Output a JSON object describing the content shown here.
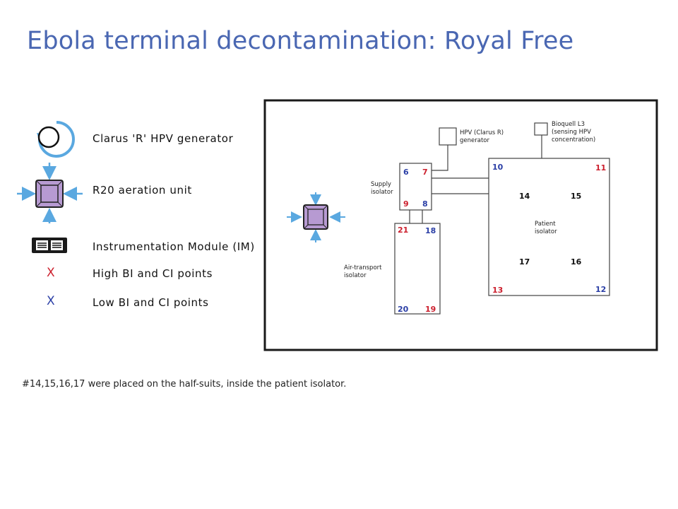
{
  "title": "Ebola terminal decontamination: Royal Free",
  "legend": {
    "hpv_generator": "Clarus 'R' HPV generator",
    "aeration_unit": "R20 aeration unit",
    "instrumentation_module": "Instrumentation Module (IM)",
    "high_mark": "X",
    "high_points": "High BI and CI points",
    "low_mark": "X",
    "low_points": "Low BI and CI points"
  },
  "colors": {
    "title": "#4a67b2",
    "high": "#cc1f2d",
    "low": "#2b3fa6",
    "arrow": "#5aa8e0",
    "aeration_fill": "#b79ad2"
  },
  "diagram": {
    "hpv_generator_label": [
      "HPV (Clarus R)",
      "generator"
    ],
    "bioquell_label": [
      "Bioquell L3",
      "(sensing HPV",
      "concentration)"
    ],
    "supply_isolator_label": [
      "Supply",
      "isolator"
    ],
    "patient_isolator_label": [
      "Patient",
      "isolator"
    ],
    "air_transport_label": [
      "Air-transport",
      "isolator"
    ],
    "points": {
      "p6": "6",
      "p7": "7",
      "p9": "9",
      "p8": "8",
      "p10": "10",
      "p11": "11",
      "p14": "14",
      "p15": "15",
      "p17": "17",
      "p16": "16",
      "p13": "13",
      "p12": "12",
      "p21": "21",
      "p18": "18",
      "p20": "20",
      "p19": "19"
    }
  },
  "footnote": "#14,15,16,17 were placed on the half-suits, inside the patient isolator."
}
